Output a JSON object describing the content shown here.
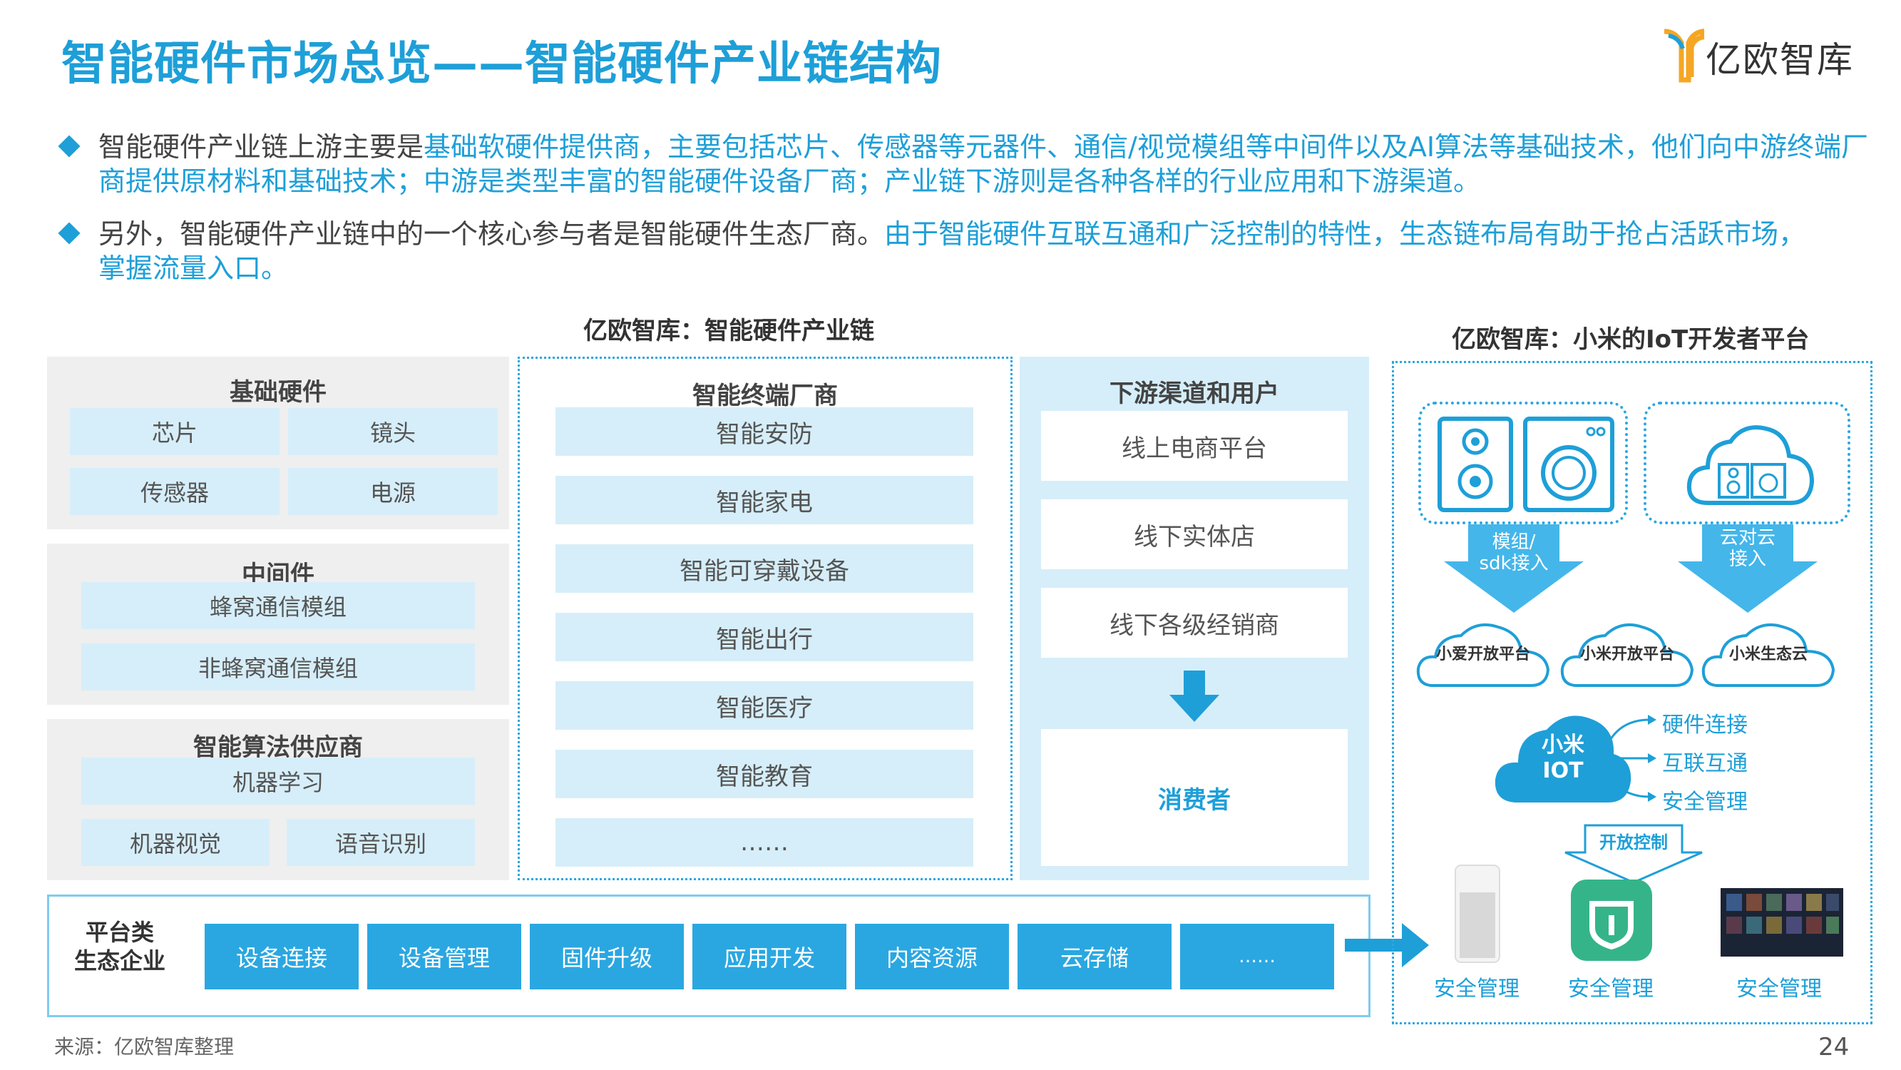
{
  "header": {
    "title": "智能硬件市场总览——智能硬件产业链结构",
    "logo_text": "亿欧智库"
  },
  "bullets": [
    {
      "parts": [
        {
          "text": "智能硬件产业链上游主要是",
          "hl": false
        },
        {
          "text": "基础软硬件提供商，主要包括芯片、传感器等元器件、通信/视觉模组等中间件以及AI算法等基础技术，他们向中游终端厂商提供原材料和基础技术；中游是类型丰富的智能硬件设备厂商；产业链下游则是各种各样的行业应用和下游渠道。",
          "hl": true
        }
      ]
    },
    {
      "parts": [
        {
          "text": "另外，智能硬件产业链中的一个核心参与者是智能硬件生态厂商。",
          "hl": false
        },
        {
          "text": "由于智能硬件互联互通和广泛控制的特性，生态链布局有助于抢占活跃市场，",
          "hl": true
        },
        {
          "text": "掌握流量入口。",
          "hl": true
        }
      ]
    }
  ],
  "chain": {
    "title": "亿欧智库：智能硬件产业链",
    "upstream": {
      "basic_hw": {
        "title": "基础硬件",
        "items": [
          "芯片",
          "镜头",
          "传感器",
          "电源"
        ]
      },
      "middleware": {
        "title": "中间件",
        "items": [
          "蜂窝通信模组",
          "非蜂窝通信模组"
        ]
      },
      "algo": {
        "title": "智能算法供应商",
        "items": [
          "机器学习",
          "机器视觉",
          "语音识别"
        ]
      }
    },
    "midstream": {
      "title": "智能终端厂商",
      "items": [
        "智能安防",
        "智能家电",
        "智能可穿戴设备",
        "智能出行",
        "智能医疗",
        "智能教育",
        "……"
      ]
    },
    "downstream": {
      "title": "下游渠道和用户",
      "items": [
        "线上电商平台",
        "线下实体店",
        "线下各级经销商"
      ],
      "consumer": "消费者"
    },
    "platform": {
      "label_line1": "平台类",
      "label_line2": "生态企业",
      "items": [
        "设备连接",
        "设备管理",
        "固件升级",
        "应用开发",
        "内容资源",
        "云存储",
        "……"
      ]
    }
  },
  "xiaomi": {
    "title": "亿欧智库：小米的IoT开发者平台",
    "left_arrow_label_1": "模组/",
    "left_arrow_label_2": "sdk接入",
    "right_arrow_label_1": "云对云",
    "right_arrow_label_2": "接入",
    "platforms": [
      "小爱开放平台",
      "小米开放平台",
      "小米生态云"
    ],
    "iot_line1": "小米",
    "iot_line2": "IOT",
    "capabilities": [
      "硬件连接",
      "互联互通",
      "安全管理"
    ],
    "open_control": "开放控制",
    "devices": [
      "安全管理",
      "安全管理",
      "安全管理"
    ]
  },
  "footer": {
    "source": "来源：亿欧智库整理",
    "page_number": "24"
  },
  "colors": {
    "accent": "#1e9fd8",
    "light_blue": "#d6eef9",
    "button_blue": "#2aa7e1",
    "grey_panel": "#efefef"
  }
}
